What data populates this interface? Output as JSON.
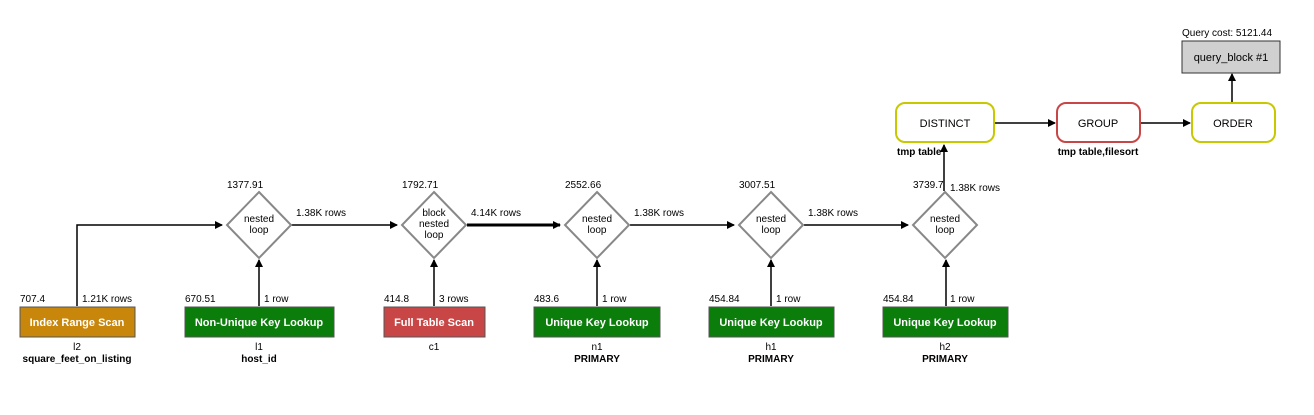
{
  "query_cost": "Query cost: 5121.44",
  "query_block": "query_block #1",
  "ops": {
    "order": {
      "label": "ORDER"
    },
    "group": {
      "label": "GROUP",
      "note": "tmp table,filesort"
    },
    "distinct": {
      "label": "DISTINCT",
      "note": "tmp table"
    }
  },
  "loops": [
    {
      "lines": [
        "nested",
        "loop"
      ],
      "cost": "1377.91",
      "out_rows": "1.38K rows"
    },
    {
      "lines": [
        "block",
        "nested",
        "loop"
      ],
      "cost": "1792.71",
      "out_rows": "4.14K rows"
    },
    {
      "lines": [
        "nested",
        "loop"
      ],
      "cost": "2552.66",
      "out_rows": "1.38K rows"
    },
    {
      "lines": [
        "nested",
        "loop"
      ],
      "cost": "3007.51",
      "out_rows": "1.38K rows"
    },
    {
      "lines": [
        "nested",
        "loop"
      ],
      "cost": "3739.7",
      "out_rows": "1.38K rows"
    }
  ],
  "tables": [
    {
      "access": "Index Range Scan",
      "cost": "707.4",
      "rows": "1.21K rows",
      "table": "l2",
      "key": "square_feet_on_listing",
      "color": "#c8860a"
    },
    {
      "access": "Non-Unique Key Lookup",
      "cost": "670.51",
      "rows": "1 row",
      "table": "l1",
      "key": "host_id",
      "color": "#0a7d0a"
    },
    {
      "access": "Full Table Scan",
      "cost": "414.8",
      "rows": "3 rows",
      "table": "c1",
      "key": "",
      "color": "#c84646"
    },
    {
      "access": "Unique Key Lookup",
      "cost": "483.6",
      "rows": "1 row",
      "table": "n1",
      "key": "PRIMARY",
      "color": "#0a7d0a"
    },
    {
      "access": "Unique Key Lookup",
      "cost": "454.84",
      "rows": "1 row",
      "table": "h1",
      "key": "PRIMARY",
      "color": "#0a7d0a"
    },
    {
      "access": "Unique Key Lookup",
      "cost": "454.84",
      "rows": "1 row",
      "table": "h2",
      "key": "PRIMARY",
      "color": "#0a7d0a"
    }
  ],
  "colors": {
    "distinct_border": "#c8c800",
    "group_border": "#c84646",
    "order_border": "#c8c800",
    "query_block_fill": "#d0d0d0"
  }
}
